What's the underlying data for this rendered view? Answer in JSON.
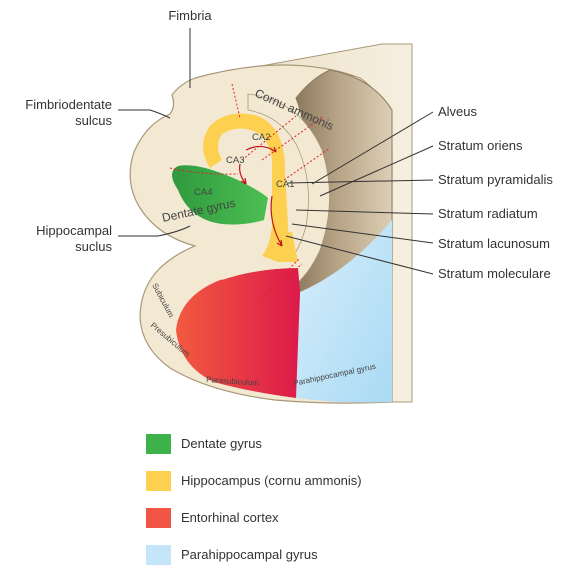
{
  "labels": {
    "fimbria": "Fimbria",
    "fimbriodentate_line1": "Fimbriodentate",
    "fimbriodentate_line2": "sulcus",
    "hippocampal_line1": "Hippocampal",
    "hippocampal_line2": "suclus",
    "alveus": "Alveus",
    "stratum_oriens": "Stratum oriens",
    "stratum_pyramidalis": "Stratum pyramidalis",
    "stratum_radiatum": "Stratum radiatum",
    "stratum_lacunosum": "Stratum lacunosum",
    "stratum_moleculare": "Stratum moleculare"
  },
  "regions": {
    "cornu_ammonis": "Cornu ammonis",
    "dentate_gyrus": "Dentate gyrus",
    "ca1": "CA1",
    "ca2": "CA2",
    "ca3": "CA3",
    "ca4": "CA4",
    "subiculum": "Subiculum",
    "presubiculum": "Presubiculum",
    "parasubiculum": "Parasubiculum",
    "parahippocampal": "Parahippocampal gyrus"
  },
  "legend": [
    {
      "label": "Dentate gyrus",
      "color": "#3db14a"
    },
    {
      "label": "Hippocampus (cornu ammonis)",
      "color": "#fdd04f"
    },
    {
      "label": "Entorhinal cortex",
      "color": "#f05545"
    },
    {
      "label": "Parahippocampal gyrus",
      "color": "#c5e6f8"
    }
  ],
  "colors": {
    "tissue": "#f3e9d3",
    "outline": "#a89878",
    "ventricle": "#8e7a5e",
    "dashed": "#e0202a"
  }
}
